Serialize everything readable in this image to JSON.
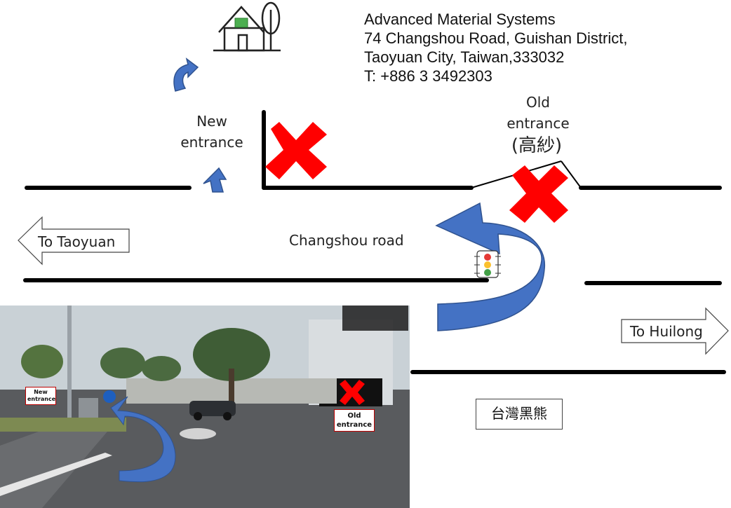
{
  "address": {
    "company": "Advanced Material Systems",
    "line1": "74 Changshou Road, Guishan District,",
    "line2": "Taoyuan City, Taiwan,333032",
    "phone": "T: +886 3 3492303"
  },
  "labels": {
    "new_entrance_1": "New",
    "new_entrance_2": "entrance",
    "old_entrance_1": "Old",
    "old_entrance_2": "entrance",
    "old_entrance_3": "(高紗)",
    "road_name": "Changshou road",
    "to_taoyuan": "To Taoyuan",
    "to_huilong": "To Huilong",
    "neighbor": "台灣黑熊"
  },
  "photo": {
    "new_entrance_tag_1": "New",
    "new_entrance_tag_2": "entrance",
    "old_entrance_tag_1": "Old",
    "old_entrance_tag_2": "entrance"
  },
  "icons": [
    "house-tree-icon",
    "turn-arrow-icon",
    "up-arrow-icon",
    "x-mark-icon",
    "u-turn-arrow-icon",
    "traffic-light-icon",
    "left-arrow-icon",
    "right-arrow-icon"
  ],
  "colors": {
    "arrow_blue": "#4472c4",
    "arrow_outline": "#2f528f",
    "x_red": "#ff0000",
    "road": "#000000"
  }
}
